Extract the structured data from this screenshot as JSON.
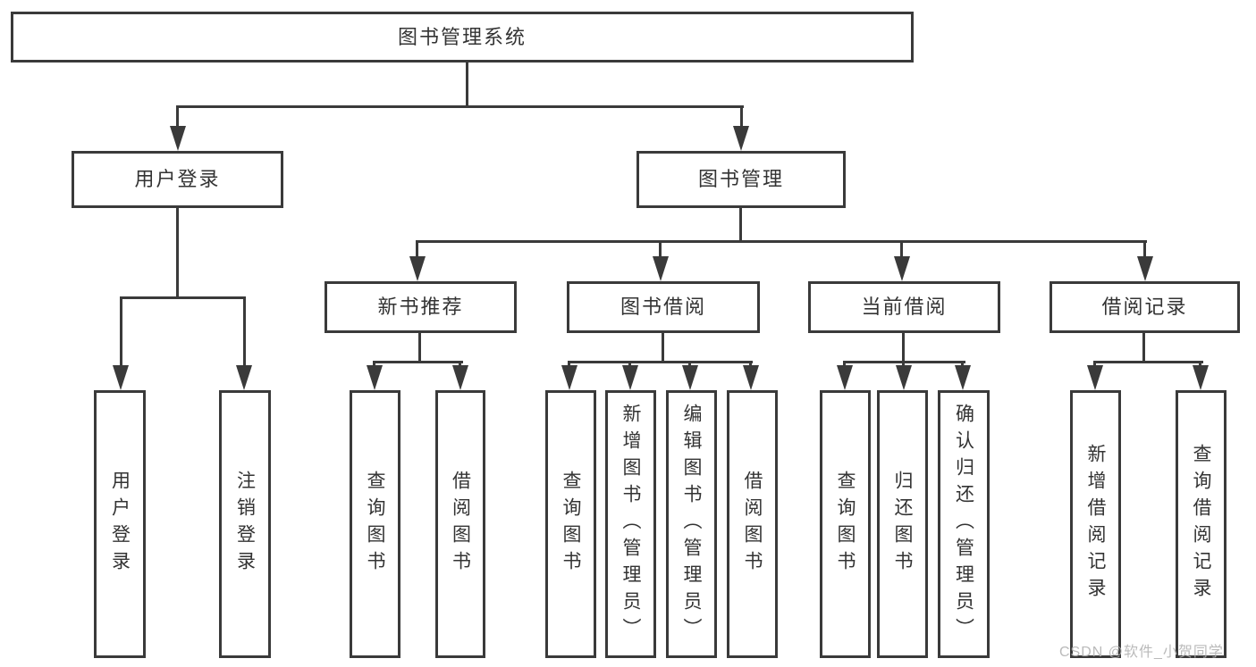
{
  "diagram": {
    "type": "hierarchy-tree",
    "root": {
      "label": "图书管理系统",
      "children": [
        {
          "label": "用户登录",
          "children": [
            {
              "label": "用户登录"
            },
            {
              "label": "注销登录"
            }
          ]
        },
        {
          "label": "图书管理",
          "children": [
            {
              "label": "新书推荐",
              "children": [
                {
                  "label": "查询图书"
                },
                {
                  "label": "借阅图书"
                }
              ]
            },
            {
              "label": "图书借阅",
              "children": [
                {
                  "label": "查询图书"
                },
                {
                  "label": "新增图书（管理员）"
                },
                {
                  "label": "编辑图书（管理员）"
                },
                {
                  "label": "借阅图书"
                }
              ]
            },
            {
              "label": "当前借阅",
              "children": [
                {
                  "label": "查询图书"
                },
                {
                  "label": "归还图书"
                },
                {
                  "label": "确认归还（管理员）"
                }
              ]
            },
            {
              "label": "借阅记录",
              "children": [
                {
                  "label": "新增借阅记录"
                },
                {
                  "label": "查询借阅记录"
                }
              ]
            }
          ]
        }
      ]
    },
    "colors": {
      "line": "#3a3a3a",
      "text": "#333333",
      "box_background": "#ffffff",
      "watermark": "#b3b3b3"
    }
  },
  "watermark": {
    "text": "CSDN @软件_小贺同学"
  }
}
